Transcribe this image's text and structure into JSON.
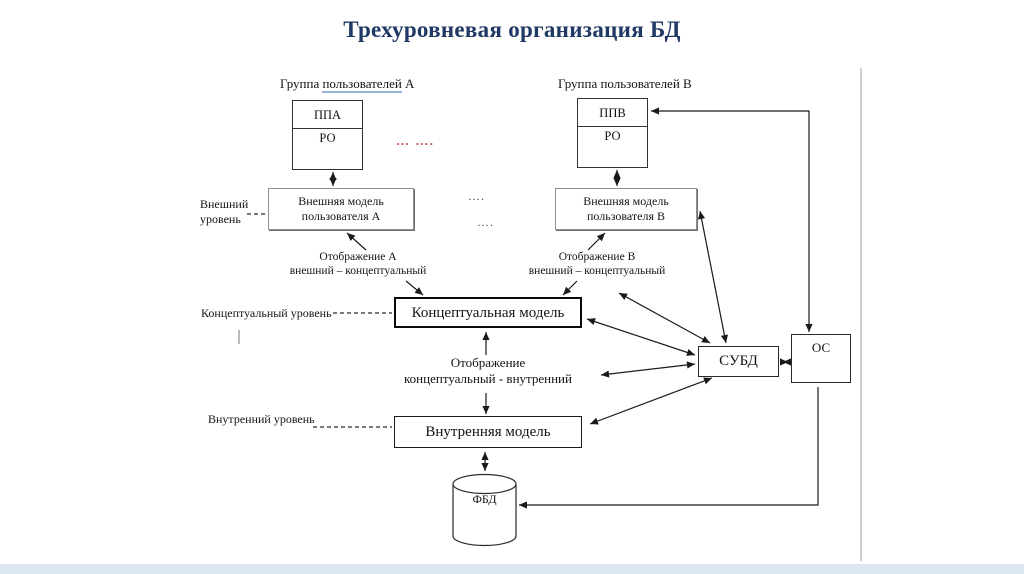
{
  "title": "Трехуровневая организация БД",
  "groups": {
    "a": {
      "prefix": "Группа",
      "underlined": "пользователей",
      "suffix": "А"
    },
    "b": "Группа пользователей В"
  },
  "boxes": {
    "ppa_top": "ППА",
    "ppa_bottom": "РО",
    "ppv_top": "ППВ",
    "ppv_bottom": "РО",
    "ext_a_line1": "Внешняя модель",
    "ext_a_line2": "пользователя А",
    "ext_b_line1": "Внешняя модель",
    "ext_b_line2": "пользователя В",
    "concept": "Концептуальная модель",
    "internal": "Внутренняя модель",
    "dbms": "СУБД",
    "os": "ОС",
    "fbd": "ФБД"
  },
  "levels": {
    "external_line1": "Внешний",
    "external_line2": "уровень",
    "conceptual": "Концептуальный уровень",
    "internal": "Внутренний уровень"
  },
  "mappings": {
    "a_line1": "Отображение А",
    "a_line2": "внешний – концептуальный",
    "b_line1": "Отображение В",
    "b_line2": "внешний – концептуальный",
    "ci_line1": "Отображение",
    "ci_line2": "концептуальный - внутренний"
  },
  "decorations": {
    "dots_red": "… ….",
    "dots_gray_top": "….",
    "dots_gray_bottom": "…."
  },
  "colors": {
    "title": "#1f3864",
    "dots_red": "#c0504d",
    "underline": "#95b3d7"
  }
}
